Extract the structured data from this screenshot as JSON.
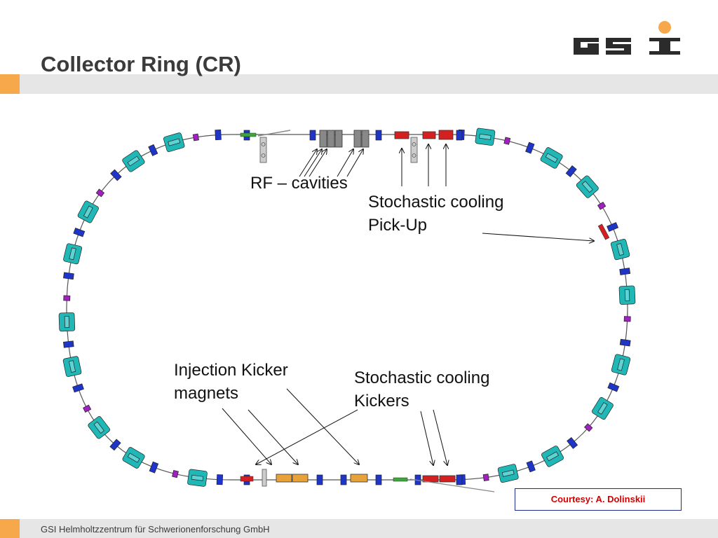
{
  "slide": {
    "title": "Collector Ring (CR)",
    "footer": "GSI Helmholtzzentrum für Schwerionenforschung GmbH",
    "logo_text": "GSI"
  },
  "labels": {
    "rf_cavities": "RF – cavities",
    "stoch_pickup_line1": "Stochastic cooling",
    "stoch_pickup_line2": "Pick-Up",
    "injection_line1": "Injection Kicker",
    "injection_line2": "magnets",
    "stoch_kickers_line1": "Stochastic cooling",
    "stoch_kickers_line2": "Kickers"
  },
  "courtesy": "Courtesy: A. Dolinskii",
  "colors": {
    "accent_orange": "#f7a84a",
    "bar_grey": "#e6e6e6",
    "dipole_teal": "#20b7b7",
    "quad_blue": "#1f35c8",
    "sextupole_purple": "#a020c0",
    "kicker_orange": "#e8a23a",
    "cooling_red": "#d42020",
    "courtesy_red": "#d40000"
  }
}
